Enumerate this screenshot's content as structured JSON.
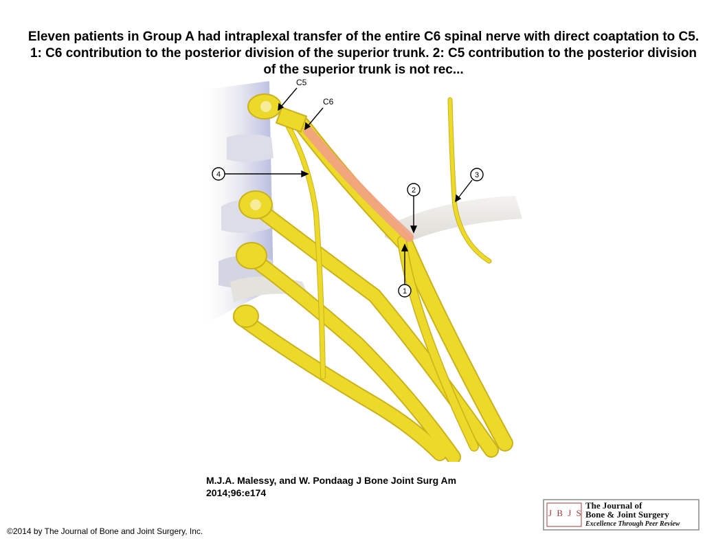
{
  "title": "Eleven patients in Group A had intraplexal transfer of the entire C6 spinal nerve with direct coaptation to C5. 1: C6 contribution to the posterior division of the superior trunk. 2: C5 contribution to the posterior division of the superior trunk is not rec...",
  "figure": {
    "labels": {
      "c5": "C5",
      "c6": "C6",
      "marker1": "1",
      "marker2": "2",
      "marker3": "3",
      "marker4": "4"
    },
    "colors": {
      "nerve": "#ecd92a",
      "nerve_outline": "#c9b21a",
      "graft": "#f2a184",
      "bone": "#eeeeea",
      "shadow": "#c5c8e6"
    }
  },
  "citation": "M.J.A. Malessy, and W. Pondaag J Bone Joint Surg Am 2014;96:e174",
  "copyright": "©2014 by The Journal of Bone and Joint Surgery, Inc.",
  "logo": {
    "abbr": "J B J S",
    "line1": "The Journal of",
    "line2": "Bone & Joint Surgery",
    "line3": "Excellence Through Peer Review"
  }
}
